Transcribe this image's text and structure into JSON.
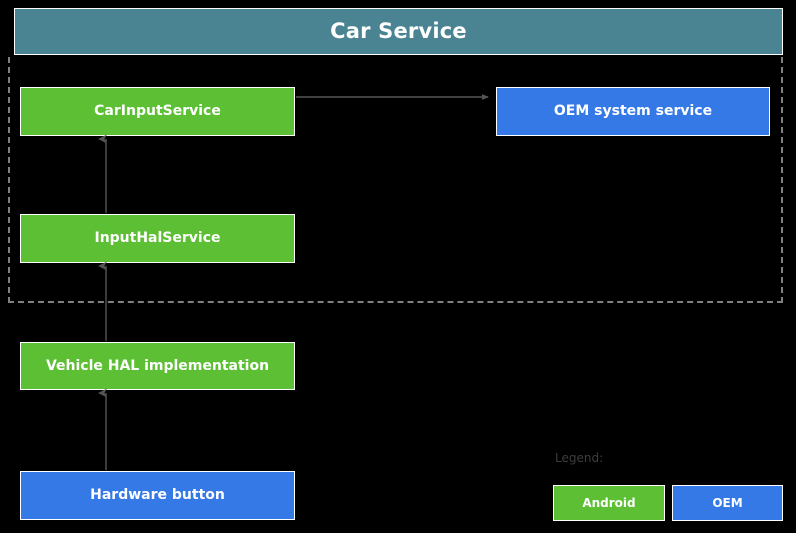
{
  "diagram": {
    "title": "Car Service",
    "background_color": "#000000",
    "header": {
      "label": "Car Service",
      "color": "#4a8391",
      "text_color": "#ffffff"
    },
    "scope": {
      "name": "car-service-scope",
      "border_style": "dashed",
      "border_color": "#808080"
    },
    "nodes": [
      {
        "id": "car-input-service",
        "label": "CarInputService",
        "kind": "Android",
        "color": "#5cbf34"
      },
      {
        "id": "oem-system-service",
        "label": "OEM system service",
        "kind": "OEM",
        "color": "#3579e6"
      },
      {
        "id": "input-hal-service",
        "label": "InputHalService",
        "kind": "Android",
        "color": "#5cbf34"
      },
      {
        "id": "vehicle-hal",
        "label": "Vehicle HAL implementation",
        "kind": "Android",
        "color": "#5cbf34"
      },
      {
        "id": "hardware-button",
        "label": "Hardware button",
        "kind": "OEM",
        "color": "#3579e6"
      }
    ],
    "arrows": [
      {
        "id": "arrow-car-input-to-oem",
        "from": "car-input-service",
        "to": "oem-system-service",
        "direction": "right"
      },
      {
        "id": "arrow-input-hal-to-car-input",
        "from": "input-hal-service",
        "to": "car-input-service",
        "direction": "up"
      },
      {
        "id": "arrow-vehicle-hal-to-input-hal",
        "from": "vehicle-hal",
        "to": "input-hal-service",
        "direction": "up"
      },
      {
        "id": "arrow-hardware-to-vehicle-hal",
        "from": "hardware-button",
        "to": "vehicle-hal",
        "direction": "up"
      }
    ],
    "legend": {
      "title": "Legend:",
      "title_color": "#3d3d3d",
      "items": [
        {
          "label": "Android",
          "color": "#5cbf34"
        },
        {
          "label": "OEM",
          "color": "#3579e6"
        }
      ]
    }
  }
}
